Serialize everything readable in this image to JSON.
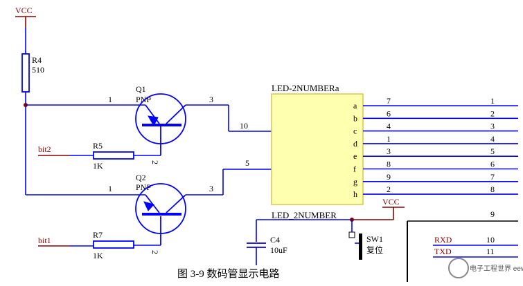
{
  "caption": "图 3-9  数码管显示电路",
  "vcc_top": "VCC",
  "vcc_mid": "VCC",
  "r4": {
    "ref": "R4",
    "value": "510"
  },
  "q1": {
    "ref": "Q1",
    "type": "PNP",
    "pin_base": "1",
    "pin_collector": "3",
    "pin_emitter": "2"
  },
  "q2": {
    "ref": "Q2",
    "type": "PNP",
    "pin_base": "1",
    "pin_collector": "3",
    "pin_emitter": "2"
  },
  "r5": {
    "ref": "R5",
    "value": "1K"
  },
  "r7": {
    "ref": "R7",
    "value": "1K"
  },
  "net_bit2": "bit2",
  "net_bit1": "bit1",
  "led": {
    "ref": "LED-2NUMBERa",
    "name": "LED_2NUMBER",
    "pin_com1": "10",
    "pin_com2": "5",
    "segments": [
      {
        "seg": "a",
        "pin": "7",
        "port": "1"
      },
      {
        "seg": "b",
        "pin": "6",
        "port": "2"
      },
      {
        "seg": "c",
        "pin": "4",
        "port": "3"
      },
      {
        "seg": "d",
        "pin": "1",
        "port": "4"
      },
      {
        "seg": "e",
        "pin": "3",
        "port": "5"
      },
      {
        "seg": "f",
        "pin": "8",
        "port": "6"
      },
      {
        "seg": "g",
        "pin": "9",
        "port": "7"
      },
      {
        "seg": "h",
        "pin": "2",
        "port": "8"
      }
    ]
  },
  "c4": {
    "ref": "C4",
    "value": "10uF"
  },
  "sw1": {
    "ref": "SW1",
    "label": "复位"
  },
  "mcu": {
    "pin9": "9",
    "pin10": "10",
    "pin11": "11",
    "rxd": "RXD",
    "txd": "TXD"
  },
  "watermark": "电子工程世界 eeworld.com.cn"
}
